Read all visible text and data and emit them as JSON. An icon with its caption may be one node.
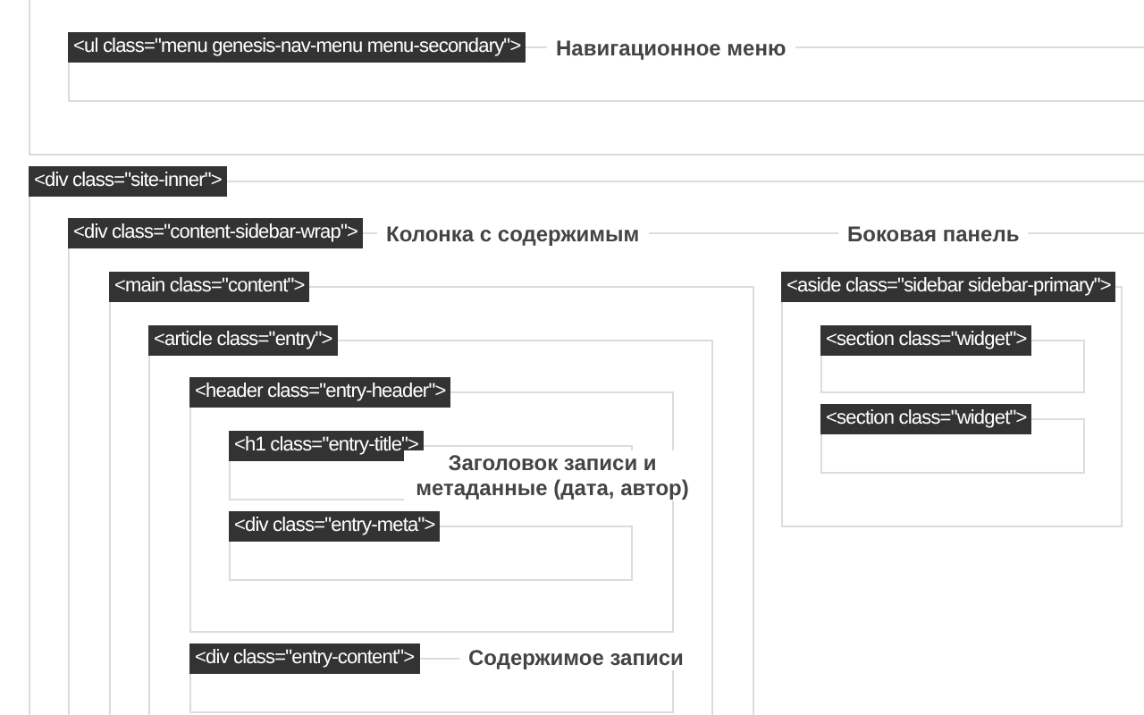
{
  "diagram": {
    "nodes": [
      {
        "text": [],
        "shape": "box"
      },
      {
        "text": [
          "<ul class=\"menu genesis-nav-menu menu-secondary\">",
          "Навигационное меню"
        ],
        "in": 0
      },
      {
        "text": [
          "<div class=\"site-inner\">"
        ]
      },
      {
        "text": [
          "<div class=\"content-sidebar-wrap\">",
          "Колонка с содержимым"
        ],
        "in": 2
      },
      {
        "text": [
          "<main class=\"content\">"
        ],
        "in": 3
      },
      {
        "text": [
          "<article class=\"entry\">"
        ],
        "in": 4
      },
      {
        "text": [
          "<header class=\"entry-header\">"
        ],
        "in": 5
      },
      {
        "text": [
          "<h1 class=\"entry-title\">",
          "Заголовок записи и метаданные (дата, автор)"
        ],
        "in": 6
      },
      {
        "text": [
          "<div class=\"entry-meta\">"
        ],
        "in": 6
      },
      {
        "text": [
          "<div class=\"entry-content\">",
          "Содержимое записи"
        ],
        "in": 5
      },
      {
        "text": [
          "<aside class=\"sidebar sidebar-primary\">"
        ],
        "in": 3,
        "beside": [
          "Боковая панель"
        ]
      },
      {
        "text": [
          "<section class=\"widget\">"
        ],
        "in": 10
      },
      {
        "text": [
          "<section class=\"widget\">"
        ],
        "in": 10
      }
    ]
  }
}
